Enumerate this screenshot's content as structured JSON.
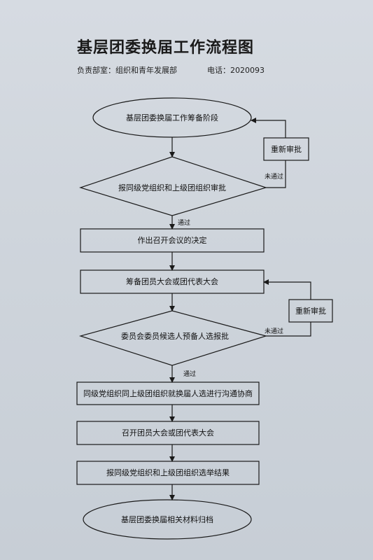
{
  "title": "基层团委换届工作流程图",
  "department": "负责部室：组织和青年发展部",
  "phone": "电话：2020093",
  "nodes": {
    "start": "基层团委换届工作筹备阶段",
    "approve1": "报同级党组织和上级团组织审批",
    "decision": "作出召开会议的决定",
    "prepare": "筹备团员大会或团代表大会",
    "candidates": "委员会委员候选人预备人选报批",
    "communicate": "同级党组织同上级团组织就换届人选进行沟通协商",
    "convene": "召开团员大会或团代表大会",
    "report": "报同级党组织和上级团组织选举结果",
    "archive": "基层团委换届相关材料归档",
    "reapprove1": "重新审批",
    "reapprove2": "重新审批"
  },
  "edges": {
    "pass1": "通过",
    "fail1": "未通过",
    "pass2": "通过",
    "fail2": "未通过"
  }
}
